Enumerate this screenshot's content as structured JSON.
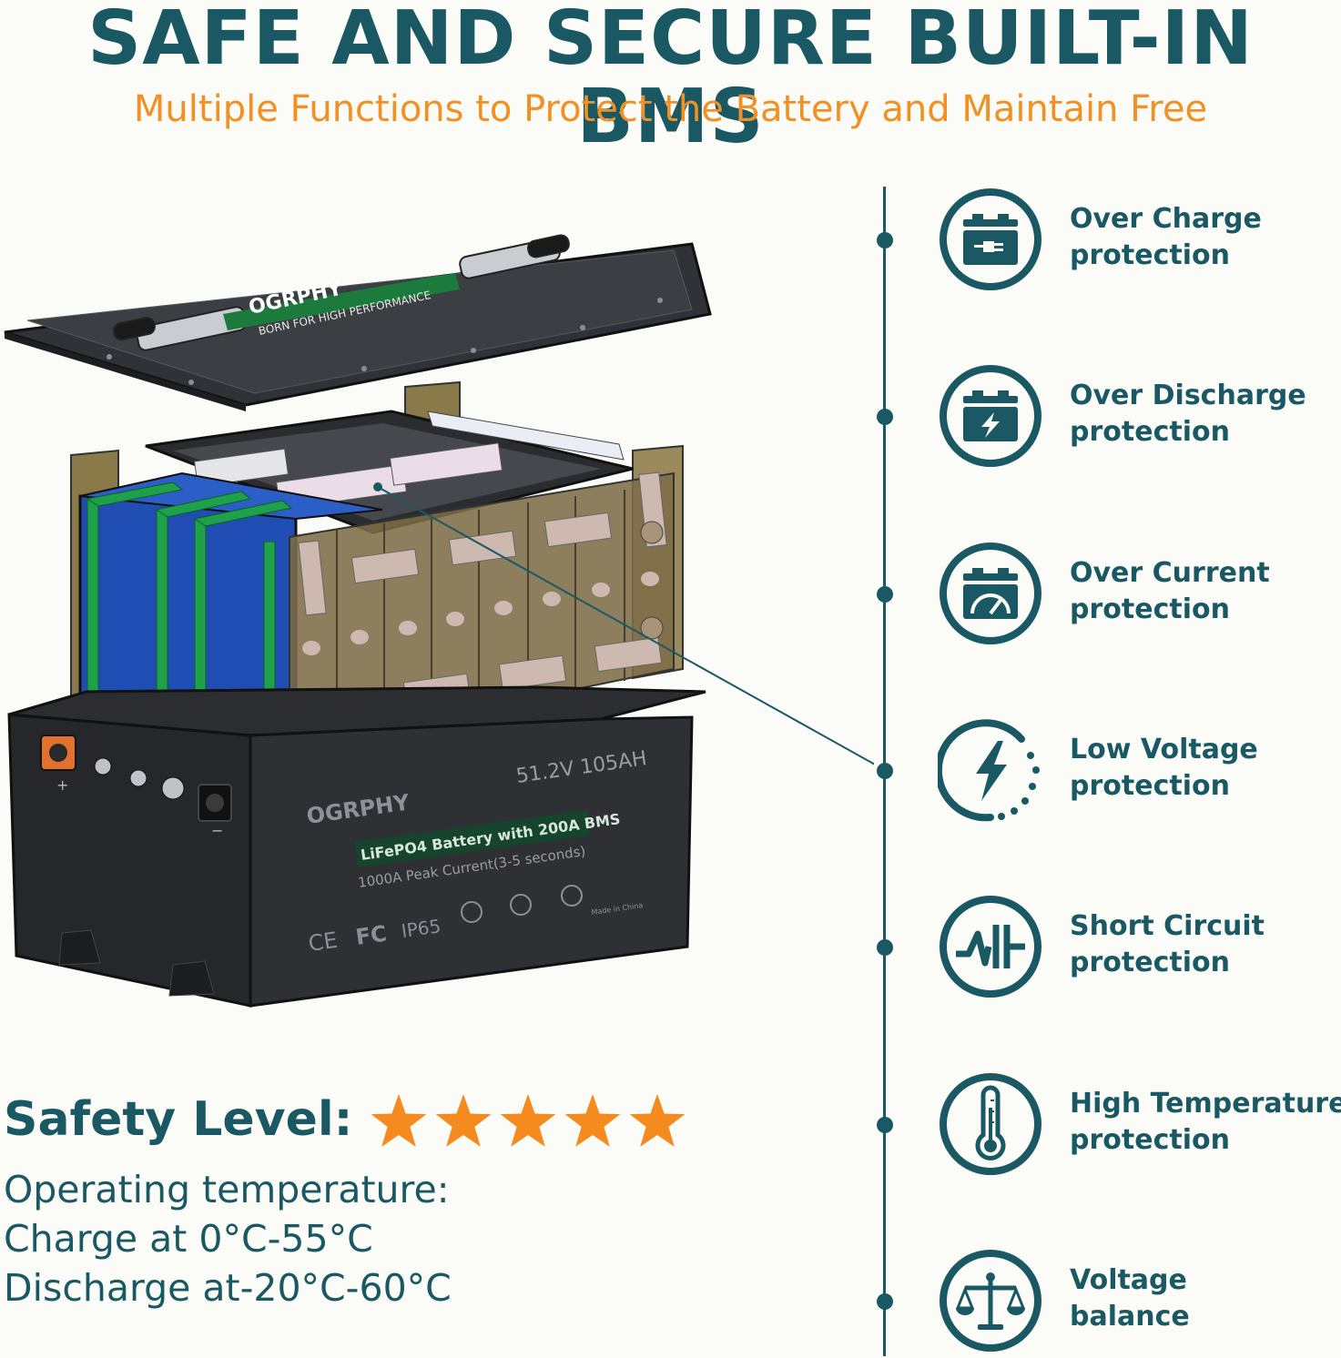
{
  "header": {
    "title": "SAFE AND SECURE BUILT-IN BMS",
    "subtitle": "Multiple Functions to Protect the Battery and Maintain Free"
  },
  "colors": {
    "primary": "#1a5964",
    "accent": "#f29023",
    "background": "#fbfcf8"
  },
  "product": {
    "lid_brand": "OGRPHY",
    "lid_tagline": "BORN FOR HIGH PERFORMANCE",
    "brand": "OGRPHY",
    "spec": "51.2V 105AH",
    "battery_type": "LiFePO4 Battery with 200A BMS",
    "peak_current": "1000A Peak Current(3-5 seconds)",
    "certification_ce": "CE",
    "certification_fc": "FC",
    "certification_ip": "IP65",
    "made_in": "Made in China",
    "terminal_plus": "+",
    "terminal_minus": "−"
  },
  "features": [
    {
      "line1": "Over Charge",
      "line2": "protection",
      "icon": "battery-plug-icon"
    },
    {
      "line1": "Over Discharge",
      "line2": "protection",
      "icon": "battery-bolt-icon"
    },
    {
      "line1": "Over Current",
      "line2": "protection",
      "icon": "battery-gauge-icon"
    },
    {
      "line1": "Low Voltage",
      "line2": "protection",
      "icon": "lightning-icon"
    },
    {
      "line1": "Short Circuit",
      "line2": "protection",
      "icon": "short-circuit-icon"
    },
    {
      "line1": "High Temperature",
      "line2": "protection",
      "icon": "thermometer-icon"
    },
    {
      "line1": "Voltage",
      "line2": "balance",
      "icon": "balance-scale-icon"
    }
  ],
  "safety": {
    "label": "Safety Level:",
    "rating": 5,
    "max_rating": 5,
    "star_color": "#f58a1f"
  },
  "temperature": {
    "heading": "Operating  temperature:",
    "charge": "Charge at 0°C-55°C",
    "discharge": "Discharge at-20°C-60°C"
  }
}
